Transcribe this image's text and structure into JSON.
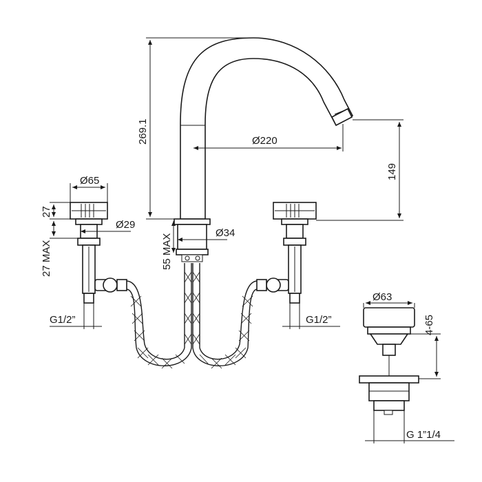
{
  "dimensions": {
    "height_total": "269.1",
    "spout_reach": "Ø220",
    "spout_height": "149",
    "handle_diameter": "Ø65",
    "handle_height": "27",
    "valve_diameter": "Ø29",
    "valve_max": "27 MAX",
    "base_diameter": "Ø34",
    "deck_max": "55 MAX",
    "connection_left": "G1/2”",
    "connection_right": "G1/2”",
    "waste_diameter": "Ø63",
    "waste_height": "4-65",
    "waste_thread": "G 1”1/4"
  }
}
